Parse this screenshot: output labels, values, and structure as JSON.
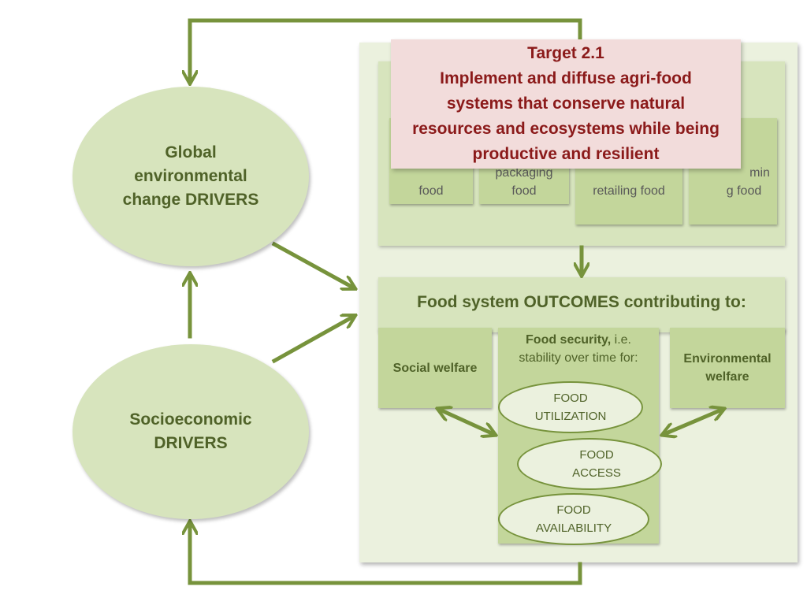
{
  "drivers": {
    "global": [
      "Global",
      "environmental",
      "change DRIVERS"
    ],
    "socioeconomic": [
      "Socioeconomic",
      "DRIVERS"
    ]
  },
  "activities": [
    [
      "food"
    ],
    [
      "packaging",
      "food"
    ],
    [
      "retailing food"
    ],
    [
      "g food"
    ],
    [
      "min"
    ]
  ],
  "outcomes": {
    "header": "Food system OUTCOMES contributing to:",
    "social_welfare": "Social welfare",
    "food_security": {
      "title_bold": "Food security,",
      "title_rest": " i.e.",
      "subtitle": "stability over time for:"
    },
    "environmental_welfare": [
      "Environmental",
      "welfare"
    ],
    "food_utilization": [
      "FOOD",
      "UTILIZATION"
    ],
    "food_access": [
      "FOOD",
      "ACCESS"
    ],
    "food_availability": [
      "FOOD",
      "AVAILABILITY"
    ]
  },
  "target": {
    "lines": [
      "Target 2.1",
      "Implement and diffuse agri-food",
      "systems that conserve natural",
      "resources and ecosystems while being",
      "productive and resilient"
    ]
  },
  "colors": {
    "arrow": "#77933c",
    "oval_fill": "#d7e4bd",
    "target_text": "#8b1a1a"
  }
}
